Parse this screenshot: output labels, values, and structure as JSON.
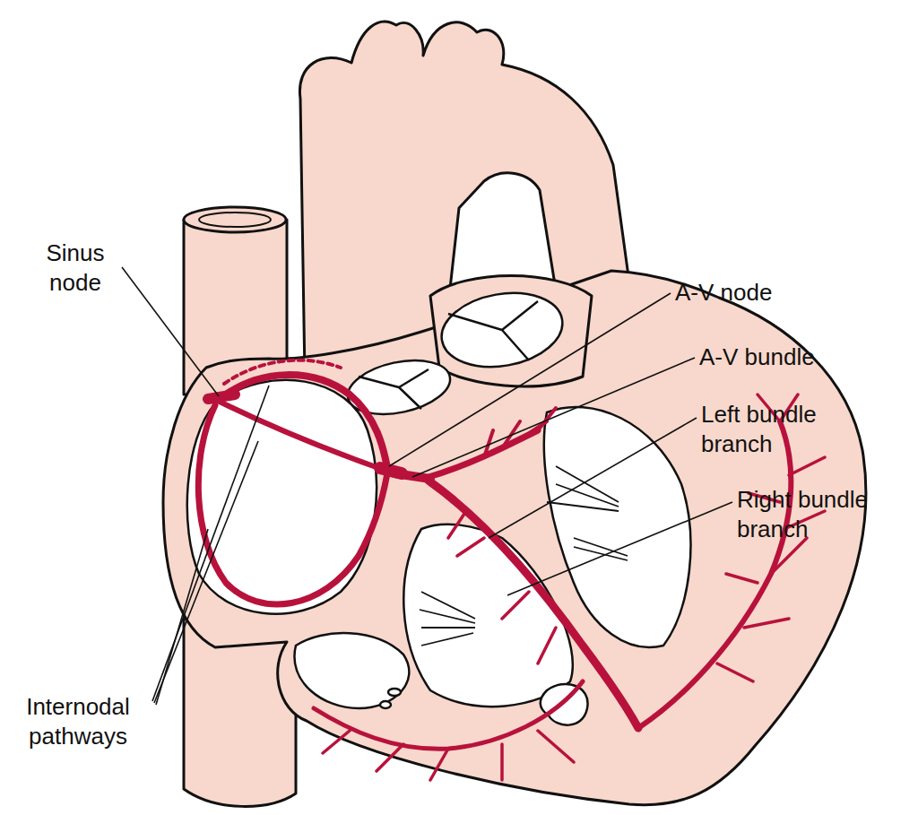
{
  "diagram": {
    "labels": [
      "Sinus node",
      "A-V node",
      "A-V bundle",
      "Left bundle branch",
      "Right bundle branch",
      "Internodal pathways"
    ]
  }
}
